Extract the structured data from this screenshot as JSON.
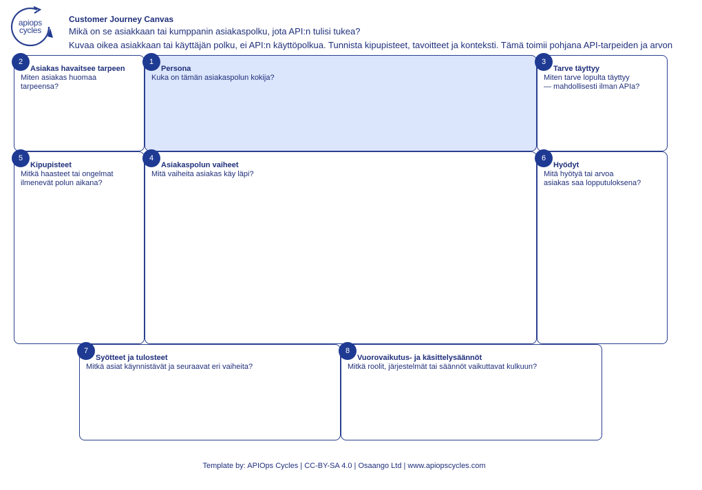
{
  "header": {
    "logo_line1": "apiops",
    "logo_line2": "cycles",
    "title": "Customer Journey Canvas",
    "question": "Mikä on se asiakkaan tai kumppanin asiakaspolku, jota API:n tulisi tukea?",
    "description": "Kuvaa oikea asiakkaan tai käyttäjän polku, ei API:n käyttöpolkua. Tunnista kipupisteet, tavoitteet ja konteksti. Tämä toimii pohjana API-tarpeiden ja arvon"
  },
  "boxes": {
    "need_recognized": {
      "number": "2",
      "title": "Asiakas havaitsee tarpeen",
      "question": "Miten asiakas huomaa\ntarpeensa?"
    },
    "persona": {
      "number": "1",
      "title": "Persona",
      "question": "Kuka on tämän asiakaspolun kokija?"
    },
    "need_fulfilled": {
      "number": "3",
      "title": "Tarve täyttyy",
      "question": "Miten tarve lopulta täyttyy\n— mahdollisesti ilman APIa?"
    },
    "pain_points": {
      "number": "5",
      "title": "Kipupisteet",
      "question": "Mitkä haasteet tai ongelmat\nilmenevät polun aikana?"
    },
    "journey_steps": {
      "number": "4",
      "title": "Asiakaspolun vaiheet",
      "question": "Mitä vaiheita asiakas käy läpi?"
    },
    "benefits": {
      "number": "6",
      "title": "Hyödyt",
      "question": "Mitä hyötyä tai arvoa\nasiakas saa lopputuloksena?"
    },
    "inputs_outputs": {
      "number": "7",
      "title": "Syötteet ja tulosteet",
      "question": "Mitkä asiat käynnistävät ja seuraavat eri vaiheita?"
    },
    "interaction_rules": {
      "number": "8",
      "title": "Vuorovaikutus- ja käsittelysäännöt",
      "question": "Mitkä roolit, järjestelmät tai säännöt vaikuttavat kulkuun?"
    }
  },
  "footer": {
    "text": "Template by: APIOps Cycles | CC-BY-SA 4.0 | Osaango Ltd | www.apiopscycles.com"
  },
  "colors": {
    "primary": "#1f3a93",
    "text": "#1f2f7a",
    "highlight": "#dbe5fb"
  }
}
